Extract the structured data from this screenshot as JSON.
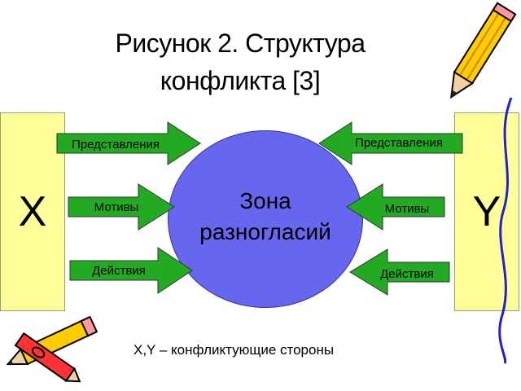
{
  "title": {
    "line1": "Рисунок 2. Структура",
    "line2": "конфликта [3]"
  },
  "left_party": "X",
  "right_party": "Y",
  "zone": {
    "line1": "Зона",
    "line2": "разногласий"
  },
  "left_arrows": [
    "Представления",
    "Мотивы",
    "Действия"
  ],
  "right_arrows": [
    "Представления",
    "Мотивы",
    "Действия"
  ],
  "caption": "X,Y – конфликтующие стороны",
  "colors": {
    "box_fill": "#ffff99",
    "zone_fill": "#6666ee",
    "arrow_fill": "#22aa22"
  },
  "icons": [
    "pencil-icon",
    "pencil-icon",
    "pencil-icon"
  ]
}
